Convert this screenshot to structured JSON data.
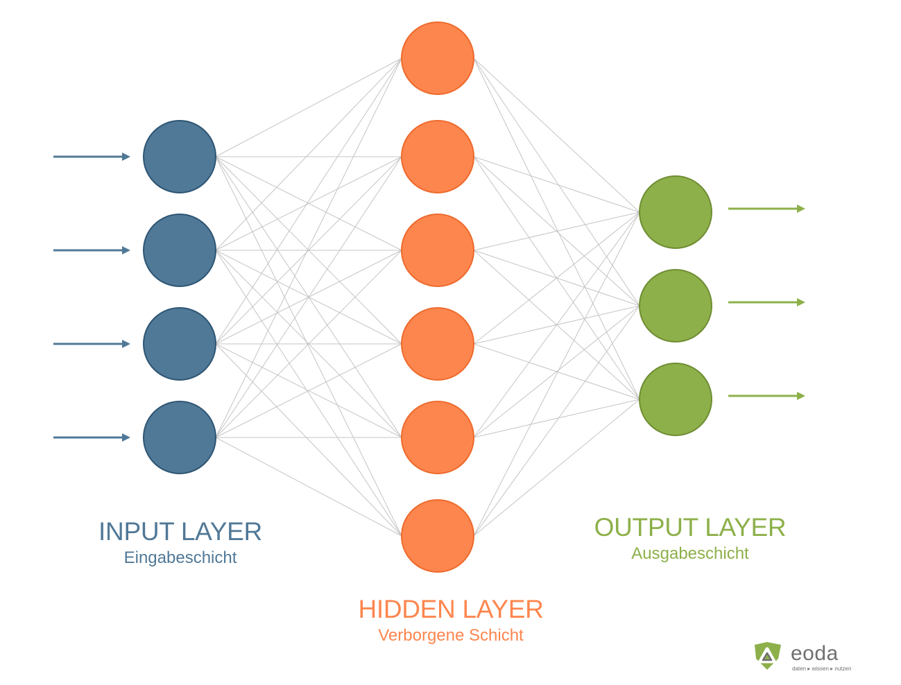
{
  "colors": {
    "input": "#507897",
    "input_stroke": "#2e5573",
    "hidden": "#fd864e",
    "hidden_stroke": "#ee6a2c",
    "output": "#8db04a",
    "output_stroke": "#6f8d33",
    "connection": "#c4c4c4",
    "logo_green": "#8db04a",
    "logo_gray": "#707070"
  },
  "layers": {
    "input": {
      "title": "INPUT LAYER",
      "subtitle": "Eingabeschicht",
      "nodes": 4
    },
    "hidden": {
      "title": "HIDDEN LAYER",
      "subtitle": "Verborgene Schicht",
      "nodes": 6
    },
    "output": {
      "title": "OUTPUT LAYER",
      "subtitle": "Ausgabeschicht",
      "nodes": 3
    }
  },
  "logo": {
    "name": "eoda",
    "tagline": "daten ▸ wissen ▸ nutzen"
  }
}
